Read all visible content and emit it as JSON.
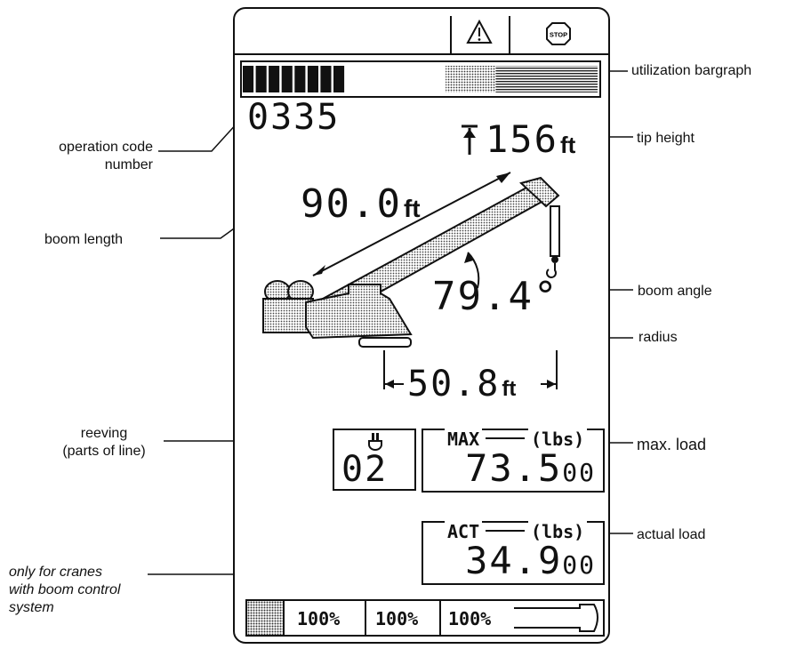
{
  "callouts": {
    "utilization_bargraph": "utilization bargraph",
    "operation_code_number": "operation code\nnumber",
    "tip_height": "tip height",
    "boom_length": "boom length",
    "boom_angle": "boom angle",
    "radius": "radius",
    "reeving": "reeving\n(parts of line)",
    "max_load": "max. load",
    "actual_load": "actual load",
    "boom_control": "only for cranes\nwith boom control\nsystem"
  },
  "display": {
    "operation_code": "0335",
    "tip_height_value": "156",
    "tip_height_unit": "ft",
    "boom_length_value": "90.0",
    "boom_length_unit": "ft",
    "boom_angle_value": "79.4°",
    "radius_value": "50.8",
    "radius_unit": "ft",
    "reeving_value": "02",
    "max_label": "MAX",
    "max_unit": "(lbs)",
    "max_value_main": "73.5",
    "max_value_small": "00",
    "act_label": "ACT",
    "act_unit": "(lbs)",
    "act_value_main": "34.9",
    "act_value_small": "00",
    "stop_icon_text": "STOP",
    "bottom_percent_1": "100%",
    "bottom_percent_2": "100%",
    "bottom_percent_3": "100%"
  },
  "utilization": {
    "filled_segments": 8,
    "total_segments": 8,
    "fraction_black": 0.29,
    "fraction_white": 0.28,
    "fraction_dotted": 0.14,
    "fraction_striped": 0.29
  },
  "icons": {
    "warning": "warning-triangle-icon",
    "stop": "stop-sign-icon",
    "hook": "hook-icon",
    "tip_height_arrow": "tip-height-arrow-icon"
  }
}
